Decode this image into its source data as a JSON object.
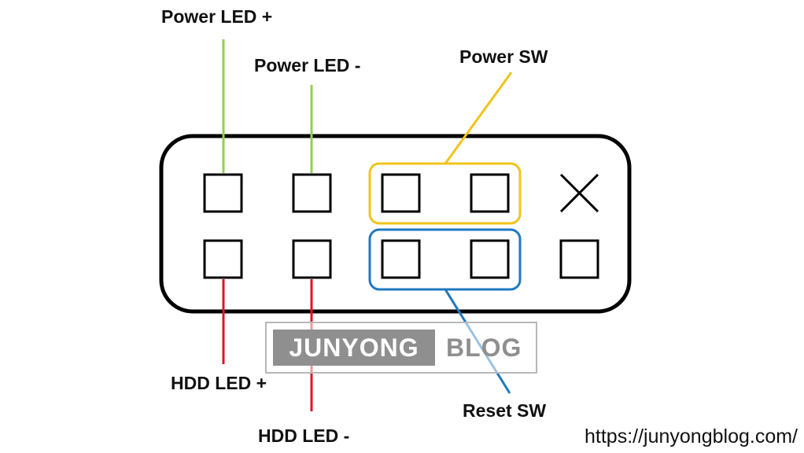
{
  "labels": {
    "power_led_plus": "Power LED +",
    "power_led_minus": "Power LED -",
    "power_sw": "Power SW",
    "reset_sw": "Reset SW",
    "hdd_led_plus": "HDD LED +",
    "hdd_led_minus": "HDD LED -"
  },
  "watermark": {
    "left": "JUNYONG",
    "right": "BLOG"
  },
  "url": "https://junyongblog.com/",
  "colors": {
    "power_led": "#8fd14f",
    "hdd_led": "#e0141e",
    "power_sw": "#f0c419",
    "reset_sw": "#1f78c1",
    "outline": "#000000"
  },
  "pins": {
    "rows": 2,
    "columns": 5,
    "missing": "top-right",
    "missing_icon": "x-mark-icon"
  }
}
